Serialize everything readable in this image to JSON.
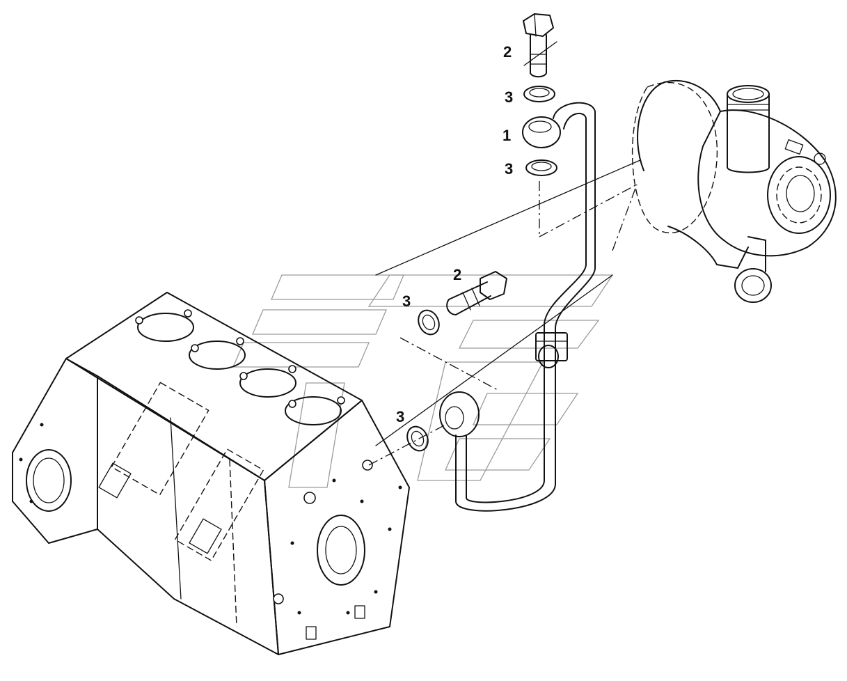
{
  "callouts": [
    {
      "id": "bolt-top",
      "label": "2"
    },
    {
      "id": "washer-top-upper",
      "label": "3"
    },
    {
      "id": "banjo-top",
      "label": "1"
    },
    {
      "id": "washer-top-lower",
      "label": "3"
    },
    {
      "id": "bolt-mid",
      "label": "2"
    },
    {
      "id": "washer-mid",
      "label": "3"
    },
    {
      "id": "washer-low",
      "label": "3"
    }
  ],
  "colors": {
    "line": "#111111",
    "watermark": "#9a9a9a",
    "background": "#ffffff"
  }
}
